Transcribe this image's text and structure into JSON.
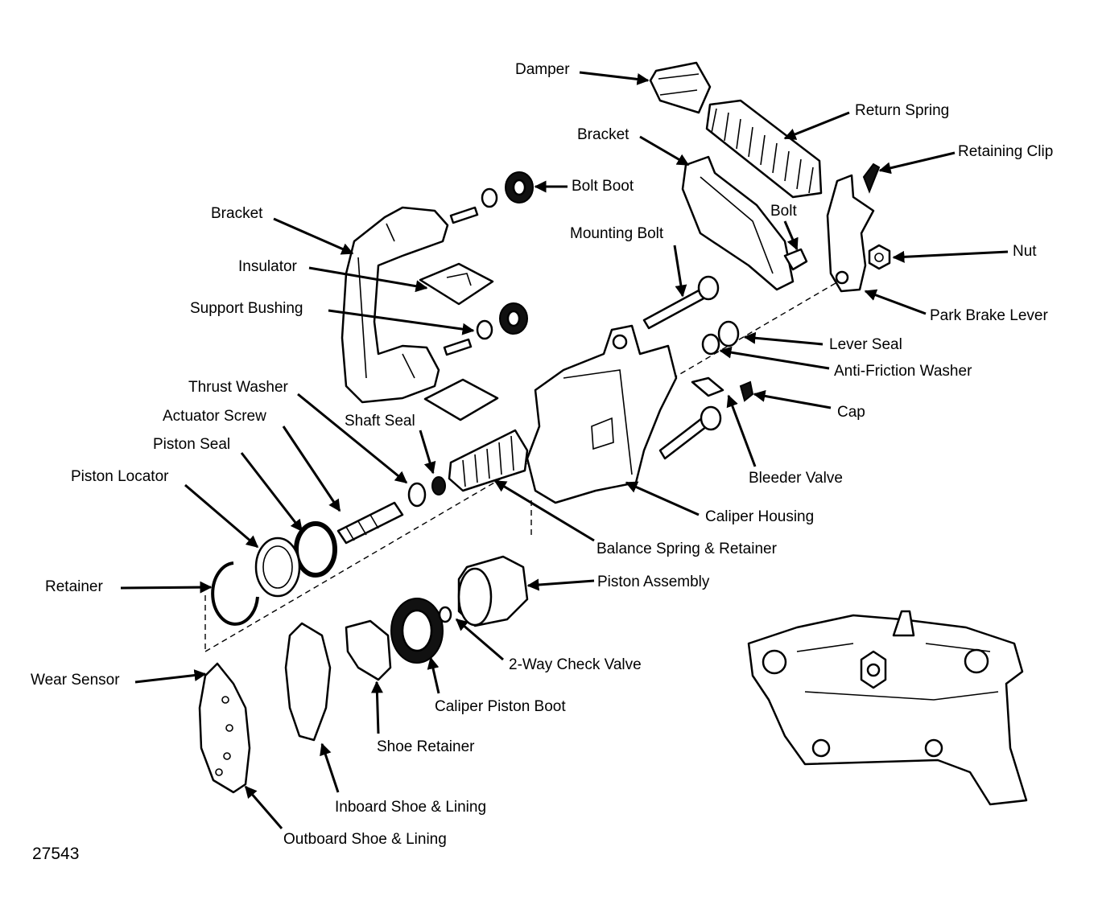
{
  "figure_number": "27543",
  "labels": {
    "damper": "Damper",
    "return_spring": "Return Spring",
    "bracket_top": "Bracket",
    "retaining_clip": "Retaining Clip",
    "bracket_left": "Bracket",
    "bolt_boot": "Bolt Boot",
    "bolt": "Bolt",
    "mounting_bolt": "Mounting Bolt",
    "nut": "Nut",
    "insulator": "Insulator",
    "park_brake_lever": "Park Brake Lever",
    "support_bushing": "Support Bushing",
    "lever_seal": "Lever Seal",
    "anti_friction_washer": "Anti-Friction Washer",
    "thrust_washer": "Thrust Washer",
    "cap": "Cap",
    "actuator_screw": "Actuator Screw",
    "shaft_seal": "Shaft Seal",
    "piston_seal": "Piston Seal",
    "bleeder_valve": "Bleeder Valve",
    "piston_locator": "Piston Locator",
    "caliper_housing": "Caliper Housing",
    "balance_spring_retainer": "Balance Spring & Retainer",
    "retainer": "Retainer",
    "piston_assembly": "Piston Assembly",
    "two_way_check_valve": "2-Way Check Valve",
    "wear_sensor": "Wear Sensor",
    "caliper_piston_boot": "Caliper Piston Boot",
    "shoe_retainer": "Shoe Retainer",
    "inboard_shoe_lining": "Inboard Shoe & Lining",
    "outboard_shoe_lining": "Outboard Shoe & Lining"
  }
}
